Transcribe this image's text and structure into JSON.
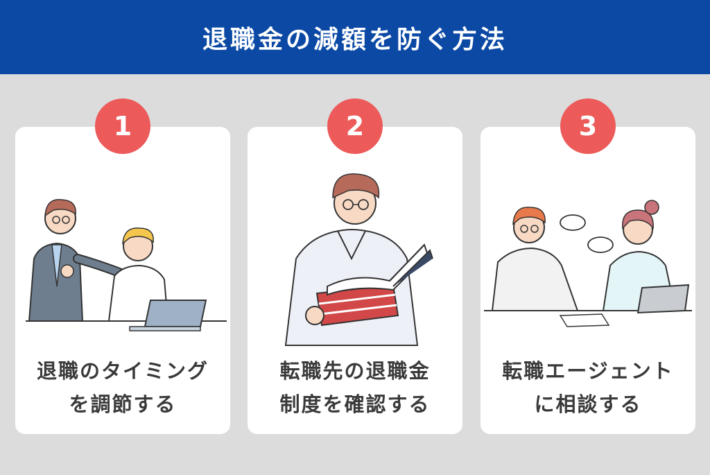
{
  "header": {
    "title": "退職金の減額を防ぐ方法"
  },
  "colors": {
    "header_bg": "#0b49a5",
    "badge": "#ec5a5a",
    "page_bg": "#dcdcdc",
    "card_bg": "#ffffff",
    "text": "#3a3a3a"
  },
  "cards": [
    {
      "number": "1",
      "line1": "退職のタイミング",
      "line2": "を調節する",
      "illustration": "boss-praising-worker-illustration"
    },
    {
      "number": "2",
      "line1": "転職先の退職金",
      "line2": "制度を確認する",
      "illustration": "man-reading-book-illustration"
    },
    {
      "number": "3",
      "line1": "転職エージェント",
      "line2": "に相談する",
      "illustration": "consultation-meeting-illustration"
    }
  ]
}
